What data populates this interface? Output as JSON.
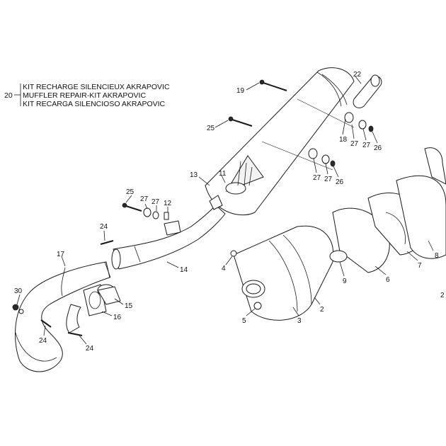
{
  "kit": {
    "number": "20",
    "lines": [
      "KIT RECHARGE SILENCIEUX AKRAPOVIC",
      "MUFFLER REPAIR-KIT AKRAPOVIC",
      "KIT RECARGA SILENCIOSO AKRAPOVIC"
    ]
  },
  "callouts": {
    "c2": "2",
    "c3": "3",
    "c4": "4",
    "c5": "5",
    "c6": "6",
    "c7": "7",
    "c8": "8",
    "c9": "9",
    "c11": "11",
    "c12": "12",
    "c13": "13",
    "c14": "14",
    "c15": "15",
    "c16": "16",
    "c17": "17",
    "c18": "18",
    "c19": "19",
    "c22": "22",
    "c25a": "25",
    "c25b": "25",
    "c26a": "26",
    "c26b": "26",
    "c27a": "27",
    "c27b": "27",
    "c27c": "27",
    "c27d": "27",
    "c27e": "27",
    "c27f": "27",
    "c24a": "24",
    "c24b": "24",
    "c24c": "24",
    "c30": "30",
    "cEdge": "2"
  }
}
